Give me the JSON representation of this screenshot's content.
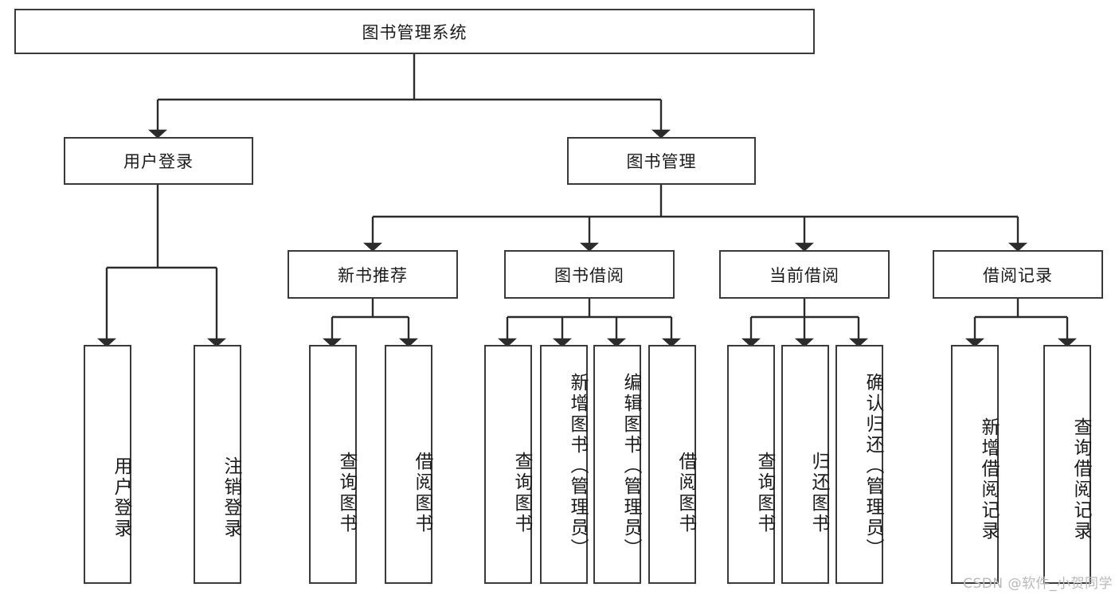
{
  "diagram": {
    "title": "图书管理系统",
    "type": "tree-hierarchy",
    "root": {
      "label": "图书管理系统"
    },
    "level2": [
      {
        "id": "user-login",
        "label": "用户登录"
      },
      {
        "id": "book-manage",
        "label": "图书管理"
      }
    ],
    "level3": [
      {
        "id": "new-book-recommend",
        "label": "新书推荐",
        "parent": "book-manage"
      },
      {
        "id": "book-borrow",
        "label": "图书借阅",
        "parent": "book-manage"
      },
      {
        "id": "current-borrow",
        "label": "当前借阅",
        "parent": "book-manage"
      },
      {
        "id": "borrow-record",
        "label": "借阅记录",
        "parent": "book-manage"
      }
    ],
    "leaves": [
      {
        "id": "leaf-user-login",
        "label": "用户登录",
        "parent": "user-login"
      },
      {
        "id": "leaf-logout",
        "label": "注销登录",
        "parent": "user-login"
      },
      {
        "id": "leaf-query-book-1",
        "label": "查询图书",
        "parent": "new-book-recommend"
      },
      {
        "id": "leaf-borrow-book-1",
        "label": "借阅图书",
        "parent": "new-book-recommend"
      },
      {
        "id": "leaf-query-book-2",
        "label": "查询图书",
        "parent": "book-borrow"
      },
      {
        "id": "leaf-add-book",
        "label": "新增图书（管理员）",
        "parent": "book-borrow"
      },
      {
        "id": "leaf-edit-book",
        "label": "编辑图书（管理员）",
        "parent": "book-borrow"
      },
      {
        "id": "leaf-borrow-book-2",
        "label": "借阅图书",
        "parent": "book-borrow"
      },
      {
        "id": "leaf-query-book-3",
        "label": "查询图书",
        "parent": "current-borrow"
      },
      {
        "id": "leaf-return-book",
        "label": "归还图书",
        "parent": "current-borrow"
      },
      {
        "id": "leaf-confirm-return",
        "label": "确认归还（管理员）",
        "parent": "current-borrow"
      },
      {
        "id": "leaf-add-record",
        "label": "新增借阅记录",
        "parent": "borrow-record"
      },
      {
        "id": "leaf-query-record",
        "label": "查询借阅记录",
        "parent": "borrow-record"
      }
    ],
    "colors": {
      "stroke": "#3a3a3a",
      "background": "#ffffff",
      "text": "#1b1b1b",
      "watermark": "#b9b9b9"
    }
  },
  "watermark": {
    "text": "CSDN @软件_小贺同学"
  }
}
